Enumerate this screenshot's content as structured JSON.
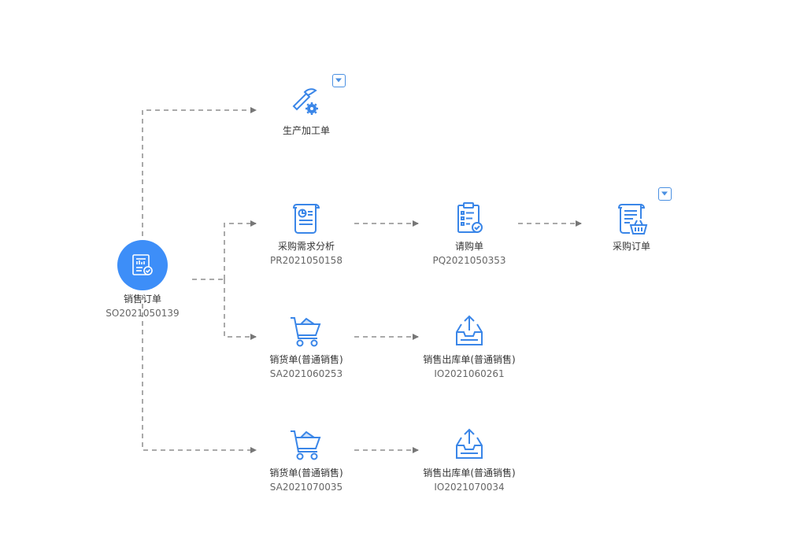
{
  "colors": {
    "accent": "#3d8ef8",
    "icon_stroke": "#3a86e8",
    "connector": "#aaaaaa",
    "arrow": "#777777",
    "text": "#333333",
    "subtext": "#666666"
  },
  "root": {
    "label": "销售订单",
    "code": "SO2021050139",
    "icon": "report-document-icon"
  },
  "nodes": {
    "production": {
      "label": "生产加工单",
      "code": "",
      "icon": "hammer-gear-icon"
    },
    "purchase_analysis": {
      "label": "采购需求分析",
      "code": "PR2021050158",
      "icon": "analysis-scroll-icon"
    },
    "requisition": {
      "label": "请购单",
      "code": "PQ2021050353",
      "icon": "clipboard-check-icon"
    },
    "purchase_order": {
      "label": "采购订单",
      "code": "",
      "icon": "document-basket-icon"
    },
    "sales_delivery_1": {
      "label": "销货单(普通销售)",
      "code": "SA2021060253",
      "icon": "shopping-cart-icon"
    },
    "stock_out_1": {
      "label": "销售出库单(普通销售)",
      "code": "IO2021060261",
      "icon": "inbox-out-icon"
    },
    "sales_delivery_2": {
      "label": "销货单(普通销售)",
      "code": "SA2021070035",
      "icon": "shopping-cart-icon"
    },
    "stock_out_2": {
      "label": "销售出库单(普通销售)",
      "code": "IO2021070034",
      "icon": "inbox-out-icon"
    }
  }
}
